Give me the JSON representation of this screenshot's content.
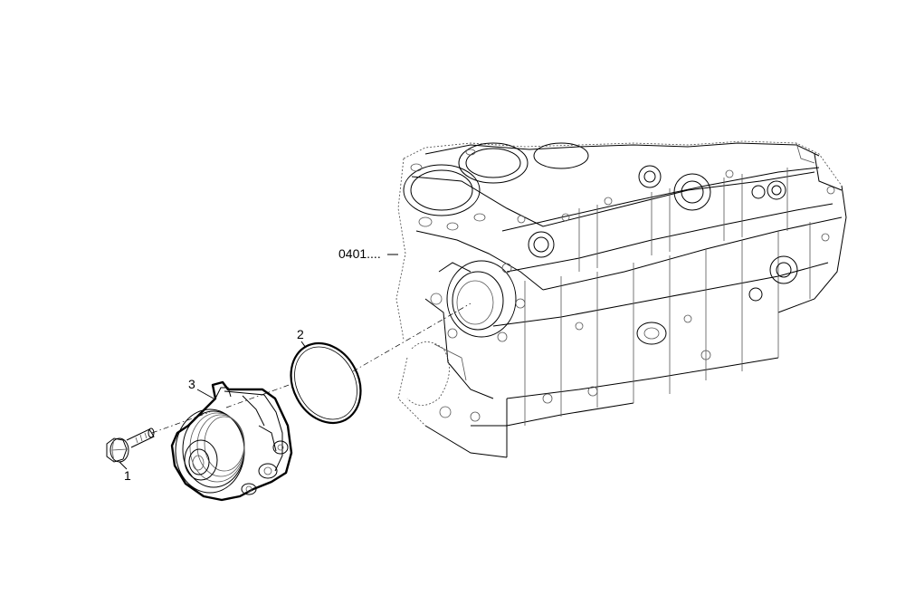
{
  "diagram": {
    "reference_label": "0401....",
    "callouts": [
      {
        "id": "1",
        "label": "1"
      },
      {
        "id": "2",
        "label": "2"
      },
      {
        "id": "3",
        "label": "3"
      }
    ]
  }
}
